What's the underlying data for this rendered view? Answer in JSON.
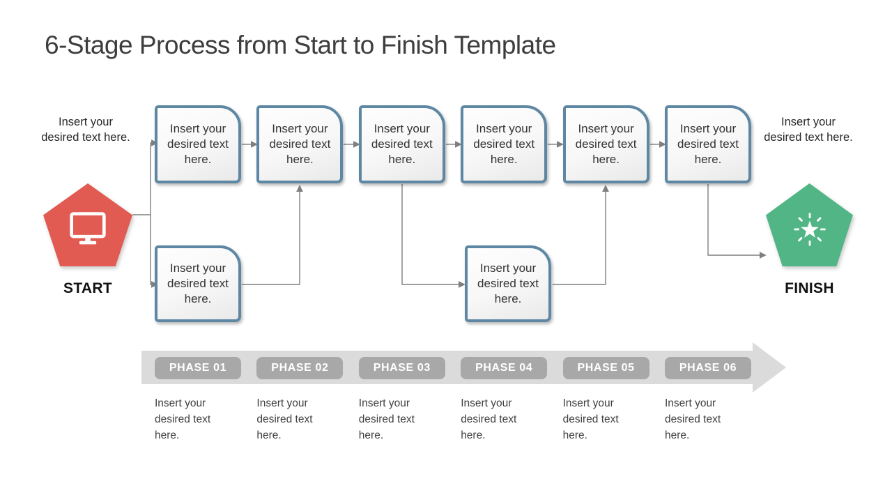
{
  "title": "6-Stage Process from Start to Finish Template",
  "colors": {
    "start_pentagon": "#e15b52",
    "finish_pentagon": "#52b586",
    "box_border": "#5d87a3",
    "connector": "#7f7f7f",
    "band": "#dbdbdb",
    "phase_chip": "#a8a8a8",
    "title_text": "#3d3d3d"
  },
  "start": {
    "label": "START",
    "note": "Insert your desired text here.",
    "icon": "monitor-icon"
  },
  "finish": {
    "label": "FINISH",
    "note": "Insert your desired text here.",
    "icon": "sparkle-star-icon"
  },
  "boxes": {
    "top": [
      "Insert your desired text here.",
      "Insert your desired text here.",
      "Insert your desired text here.",
      "Insert your desired text here.",
      "Insert your desired text here.",
      "Insert your desired text here."
    ],
    "bottom": [
      "Insert your desired text here.",
      "Insert your desired text here."
    ]
  },
  "phases": [
    {
      "label": "PHASE 01",
      "description": "Insert your desired text here."
    },
    {
      "label": "PHASE 02",
      "description": "Insert your desired text here."
    },
    {
      "label": "PHASE 03",
      "description": "Insert your desired text here."
    },
    {
      "label": "PHASE 04",
      "description": "Insert your desired text here."
    },
    {
      "label": "PHASE 05",
      "description": "Insert your desired text here."
    },
    {
      "label": "PHASE 06",
      "description": "Insert your desired text here."
    }
  ]
}
